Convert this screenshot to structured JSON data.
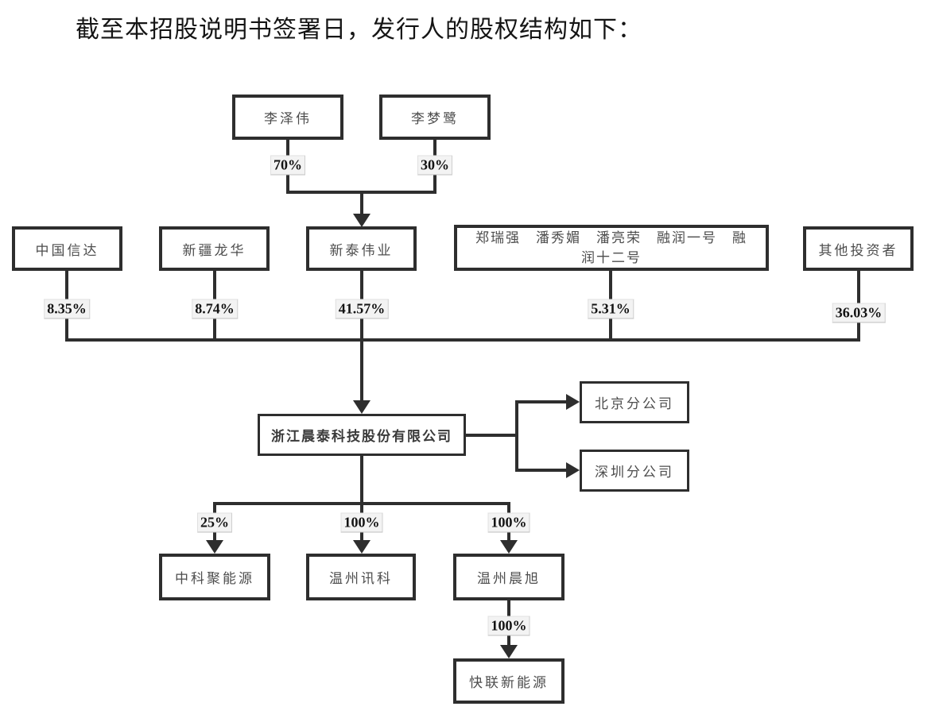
{
  "title": "截至本招股说明书签署日，发行人的股权结构如下：",
  "colors": {
    "line": "#2e2e2e",
    "box_border": "#2e2e2e",
    "box_text": "#4d4d4d",
    "percent_bg": "#f3f3f3",
    "percent_text": "#141414"
  },
  "nodes": {
    "lizewei": {
      "label": "李泽伟"
    },
    "limenglu": {
      "label": "李梦鹭"
    },
    "zhongguo_xinda": {
      "label": "中国信达"
    },
    "xinjiang_longhua": {
      "label": "新疆龙华"
    },
    "xintai_weiye": {
      "label": "新泰伟业"
    },
    "shareholder_group": {
      "line1": "郑瑞强　潘秀媚　潘亮荣　融润一号　融",
      "line2": "润十二号"
    },
    "other_investors": {
      "label": "其他投资者"
    },
    "issuer": {
      "label": "浙江晨泰科技股份有限公司"
    },
    "beijing_branch": {
      "label": "北京分公司"
    },
    "shenzhen_branch": {
      "label": "深圳分公司"
    },
    "zhongke_junengyuan": {
      "label": "中科聚能源"
    },
    "wenzhou_xunke": {
      "label": "温州讯科"
    },
    "wenzhou_chenxu": {
      "label": "温州晨旭"
    },
    "kuailian_xinnengyuan": {
      "label": "快联新能源"
    }
  },
  "percents": {
    "lizewei_to_xintai": "70%",
    "limenglu_to_xintai": "30%",
    "xinda_to_issuer": "8.35%",
    "longhua_to_issuer": "8.74%",
    "xintai_to_issuer": "41.57%",
    "group_to_issuer": "5.31%",
    "others_to_issuer": "36.03%",
    "issuer_to_zhongke": "25%",
    "issuer_to_xunke": "100%",
    "issuer_to_chenxu": "100%",
    "chenxu_to_kuailian": "100%"
  }
}
